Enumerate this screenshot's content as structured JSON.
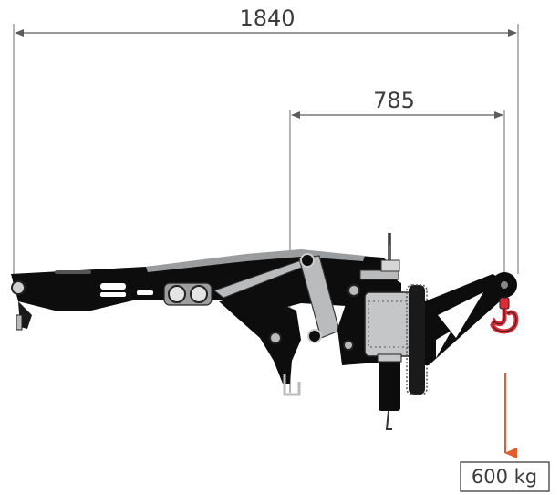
{
  "dimensions": {
    "overall_length": "1840",
    "reach": "785"
  },
  "load": {
    "label": "600 kg",
    "arrow_color": "#e35b2e"
  },
  "colors": {
    "crane_body": "#0d0d0d",
    "hydraulic_parts": "#b9bbbd",
    "hook": "#e02a36",
    "dimension_lines": "#6b6b6b"
  }
}
